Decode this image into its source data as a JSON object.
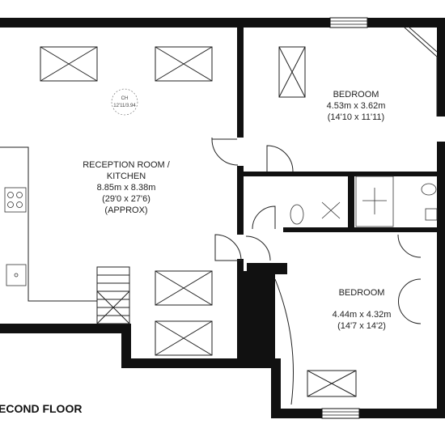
{
  "floor_label": "ECOND FLOOR",
  "rooms": [
    {
      "id": "reception",
      "name_line1": "RECEPTION ROOM /",
      "name_line2": "KITCHEN",
      "metric": "8.85m x 8.38m",
      "imperial": "(29'0 x 27'6)",
      "note": "(APPROX)"
    },
    {
      "id": "bedroom1",
      "name_line1": "BEDROOM",
      "metric": "4.53m x 3.62m",
      "imperial": "(14'10 x 11'11)"
    },
    {
      "id": "bedroom2",
      "name_line1": "BEDROOM",
      "metric": "4.44m x 4.32m",
      "imperial": "(14'7 x 14'2)"
    }
  ],
  "ceiling_height": {
    "label": "CH",
    "value": "12'11/3.94"
  },
  "colors": {
    "wall": "#111111",
    "background": "#ffffff"
  }
}
